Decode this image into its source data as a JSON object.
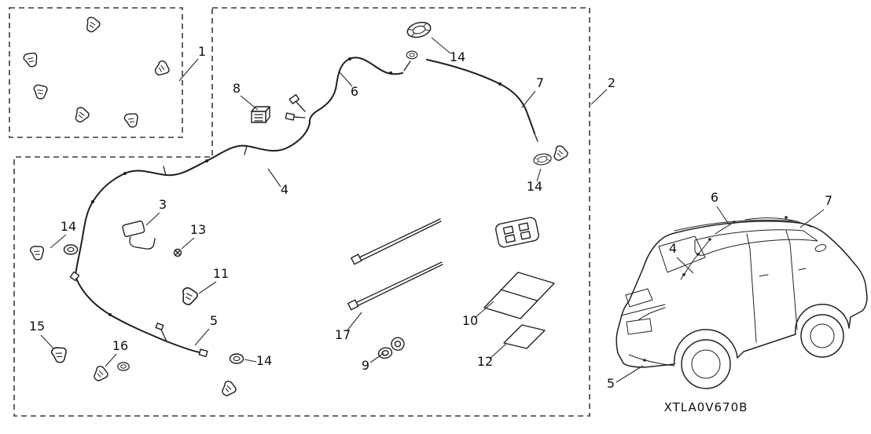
{
  "diagram": {
    "code": "XTLA0V670B",
    "callouts": [
      {
        "label": "1"
      },
      {
        "label": "2"
      },
      {
        "label": "8"
      },
      {
        "label": "6"
      },
      {
        "label": "14"
      },
      {
        "label": "7"
      },
      {
        "label": "14"
      },
      {
        "label": "4"
      },
      {
        "label": "3"
      },
      {
        "label": "13"
      },
      {
        "label": "14"
      },
      {
        "label": "11"
      },
      {
        "label": "5"
      },
      {
        "label": "15"
      },
      {
        "label": "16"
      },
      {
        "label": "14"
      },
      {
        "label": "17"
      },
      {
        "label": "9"
      },
      {
        "label": "10"
      },
      {
        "label": "12"
      },
      {
        "label": "6"
      },
      {
        "label": "7"
      },
      {
        "label": "4"
      },
      {
        "label": "5"
      }
    ]
  }
}
